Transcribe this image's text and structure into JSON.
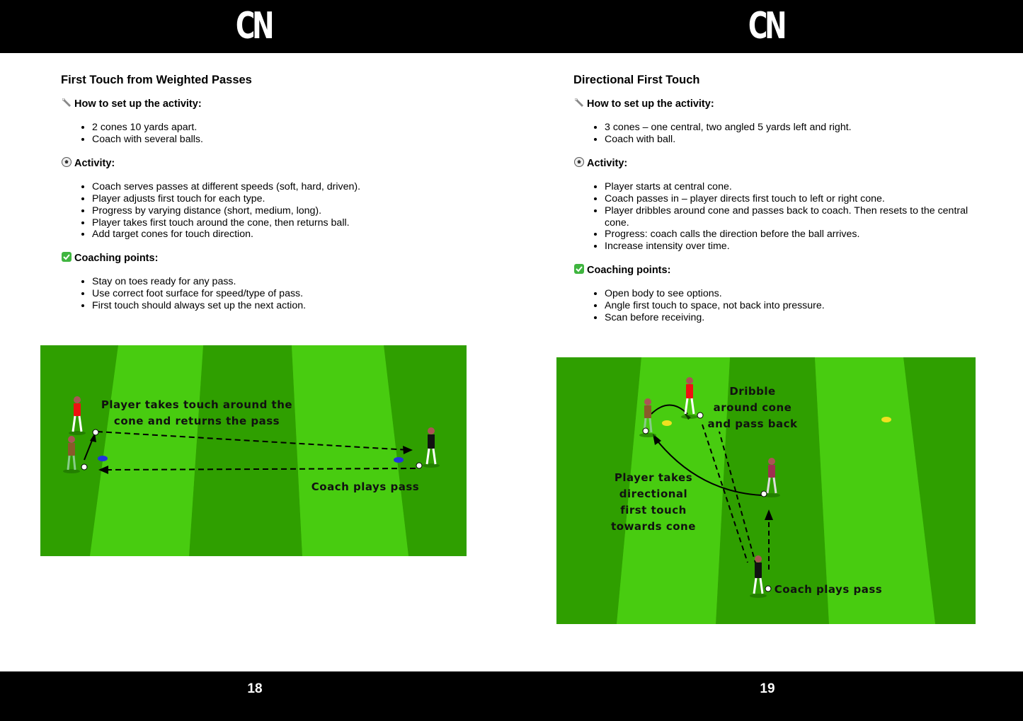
{
  "header": {
    "logo_left": "CN",
    "logo_right": "CN"
  },
  "footer": {
    "page_left": "18",
    "page_right": "19"
  },
  "left_page": {
    "title": "First Touch from Weighted Passes",
    "setup_heading": "How to set up the activity:",
    "setup_items": [
      "2 cones 10 yards apart.",
      "Coach with several balls."
    ],
    "activity_heading": "Activity:",
    "activity_items": [
      "Coach serves passes at different speeds (soft, hard, driven).",
      "Player adjusts first touch for each type.",
      "Progress by varying distance (short, medium, long).",
      "Player takes first touch around the cone, then returns ball.",
      "Add target cones for touch direction."
    ],
    "coaching_heading": "Coaching points:",
    "coaching_items": [
      "Stay on toes ready for any pass.",
      "Use correct foot surface for speed/type of pass.",
      "First touch should always set up the next action."
    ],
    "diagram": {
      "label_touch_line1": "Player takes touch around the",
      "label_touch_line2": "cone and returns the pass",
      "label_coach": "Coach plays pass"
    }
  },
  "right_page": {
    "title": "Directional First Touch",
    "setup_heading": "How to set up the activity:",
    "setup_items": [
      "3 cones – one central, two angled 5 yards left and right.",
      "Coach with ball."
    ],
    "activity_heading": "Activity:",
    "activity_items": [
      "Player starts at central cone.",
      "Coach passes in – player directs first touch to left or right cone.",
      "Player dribbles around cone and passes back to coach. Then resets to the central cone.",
      "Progress: coach calls the direction before the ball arrives.",
      "Increase intensity over time."
    ],
    "coaching_heading": "Coaching points:",
    "coaching_items": [
      "Open body to see options.",
      "Angle first touch to space, not back into pressure.",
      "Scan before receiving."
    ],
    "diagram": {
      "label_dribble_1": "Dribble",
      "label_dribble_2": "around cone",
      "label_dribble_3": "and pass back",
      "label_player_1": "Player takes",
      "label_player_2": "directional",
      "label_player_3": "first touch",
      "label_player_4": "towards cone",
      "label_coach": "Coach plays pass"
    }
  },
  "colors": {
    "pitch_light": "#44c90a",
    "pitch_dark": "#2ea200",
    "bar": "#000000",
    "check": "#3fb53f"
  }
}
